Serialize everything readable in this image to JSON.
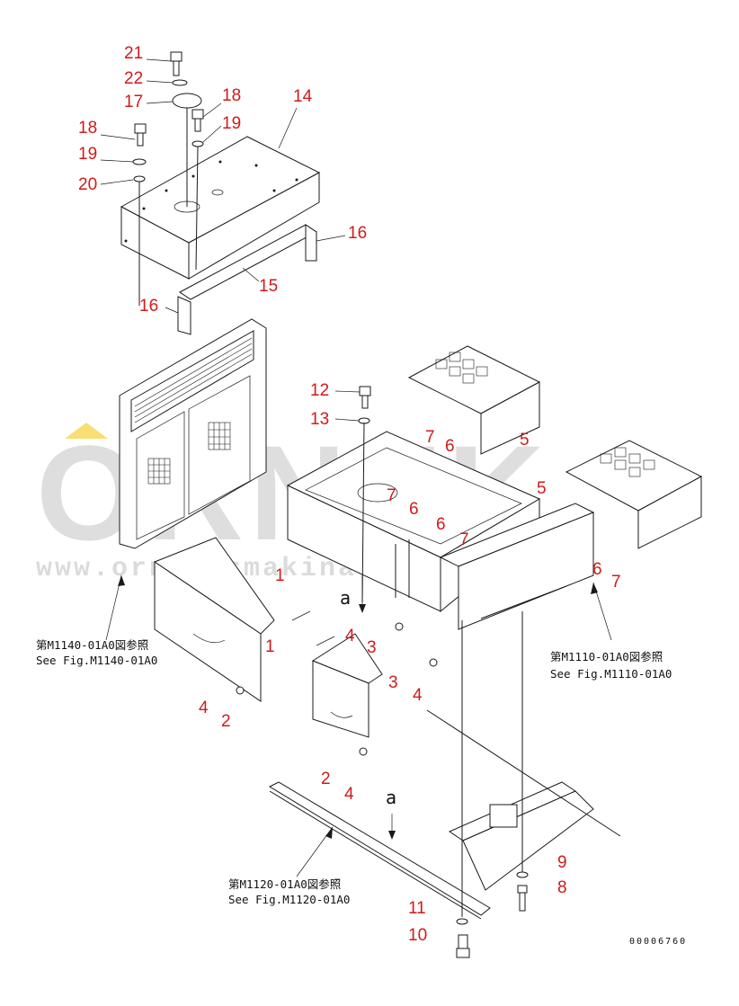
{
  "figure_code": "00006760",
  "section_marker": "a",
  "watermark": {
    "brand": "ORNEK",
    "url": "www.ornekismakinalari.com.tr",
    "accent_color": "#f2c200"
  },
  "references": {
    "m1140_jp": "第M1140-01A0図参照",
    "m1140_en": "See Fig.M1140-01A0",
    "m1110_jp": "第M1110-01A0図参照",
    "m1110_en": "See Fig.M1110-01A0",
    "m1120_jp": "第M1120-01A0図参照",
    "m1120_en": "See Fig.M1120-01A0"
  },
  "callouts": {
    "c21": "21",
    "c22": "22",
    "c17": "17",
    "c18a": "18",
    "c14": "14",
    "c18b": "18",
    "c19a": "19",
    "c19b": "19",
    "c20": "20",
    "c16a": "16",
    "c15": "15",
    "c16b": "16",
    "c12": "12",
    "c13": "13",
    "c7a": "7",
    "c6a": "6",
    "c5a": "5",
    "c5b": "5",
    "c7b": "7",
    "c6b": "6",
    "c6c": "6",
    "c7c": "7",
    "c6d": "6",
    "c7d": "7",
    "c1a": "1",
    "c1b": "1",
    "c4a": "4",
    "c3a": "3",
    "c3b": "3",
    "c4b": "4",
    "c4c": "4",
    "c2a": "2",
    "c2b": "2",
    "c4d": "4",
    "c9": "9",
    "c8": "8",
    "c11": "11",
    "c10": "10"
  },
  "colors": {
    "callout": "#d11a1a",
    "line": "#1a1a1a"
  }
}
